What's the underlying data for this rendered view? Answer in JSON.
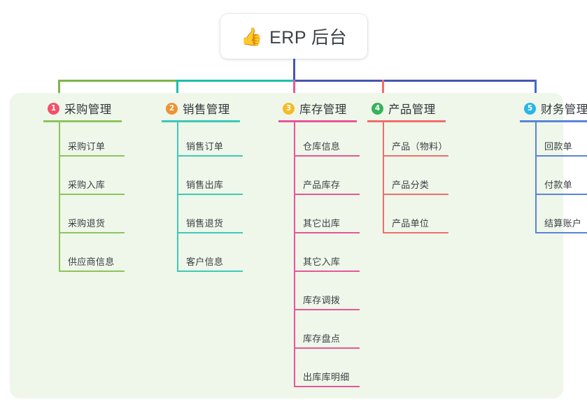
{
  "root": {
    "emoji": "👍",
    "emoji_name": "thumbs-up-emoji",
    "title": "ERP 后台"
  },
  "colors": {
    "page_background": "#ffffff",
    "panel_background": "#eef7e9",
    "root_text": "#3b3f45",
    "connector_green": "#7ab648",
    "connector_teal": "#19c0ab",
    "connector_indigo": "#4555b5",
    "connector_pink": "#e8559b",
    "connector_red": "#f26d6d",
    "connector_blue": "#4669c8"
  },
  "connectors": {
    "trunk_color": "#4555b5",
    "bar_segments": [
      {
        "name": "green-segment",
        "color": "#7ab648"
      },
      {
        "name": "teal-segment",
        "color": "#19c0ab"
      },
      {
        "name": "indigo-segment",
        "color": "#4555b5"
      }
    ]
  },
  "columns": [
    {
      "number": "1",
      "badge_color": "#f2516b",
      "accent": "#8dc45c",
      "title": "采购管理",
      "items": [
        "采购订单",
        "采购入库",
        "采购退货",
        "供应商信息"
      ]
    },
    {
      "number": "2",
      "badge_color": "#f19232",
      "accent": "#3ec9b7",
      "title": "销售管理",
      "items": [
        "销售订单",
        "销售出库",
        "销售退货",
        "客户信息"
      ]
    },
    {
      "number": "3",
      "badge_color": "#f5bb2a",
      "accent": "#e8559b",
      "title": "库存管理",
      "items": [
        "仓库信息",
        "产品库存",
        "其它出库",
        "其它入库",
        "库存调拨",
        "库存盘点",
        "出库库明细"
      ]
    },
    {
      "number": "4",
      "badge_color": "#36b35a",
      "accent": "#f26d6d",
      "title": "产品管理",
      "items": [
        "产品（物料）",
        "产品分类",
        "产品单位"
      ]
    },
    {
      "number": "5",
      "badge_color": "#29b6e8",
      "accent": "#5b84d8",
      "title": "财务管理",
      "items": [
        "回款单",
        "付款单",
        "结算账户"
      ]
    }
  ]
}
